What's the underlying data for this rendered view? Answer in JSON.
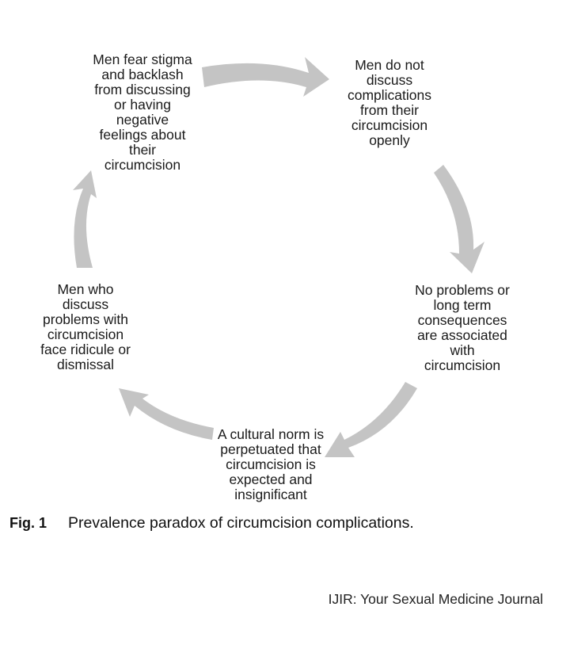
{
  "diagram": {
    "nodes": [
      {
        "id": "men-fear-stigma",
        "lines": [
          "Men fear stigma",
          "and backlash",
          "from discussing",
          "or having",
          "negative",
          "feelings about",
          "their",
          "circumcision"
        ]
      },
      {
        "id": "men-do-not-discuss",
        "lines": [
          "Men do not",
          "discuss",
          "complications",
          "from their",
          "circumcision",
          "openly"
        ]
      },
      {
        "id": "no-problems",
        "lines": [
          "No problems or",
          "long term",
          "consequences",
          "are associated",
          "with",
          "circumcision"
        ]
      },
      {
        "id": "cultural-norm",
        "lines": [
          "A cultural norm is",
          "perpetuated that",
          "circumcision is",
          "expected and",
          "insignificant"
        ]
      },
      {
        "id": "men-who-discuss",
        "lines": [
          "Men who",
          "discuss",
          "problems with",
          "circumcision",
          "face ridicule or",
          "dismissal"
        ]
      }
    ],
    "arrow_color": "#c4c4c4"
  },
  "caption": {
    "label": "Fig. 1",
    "text": "Prevalence paradox of circumcision complications."
  },
  "journal": "IJIR: Your Sexual Medicine Journal"
}
